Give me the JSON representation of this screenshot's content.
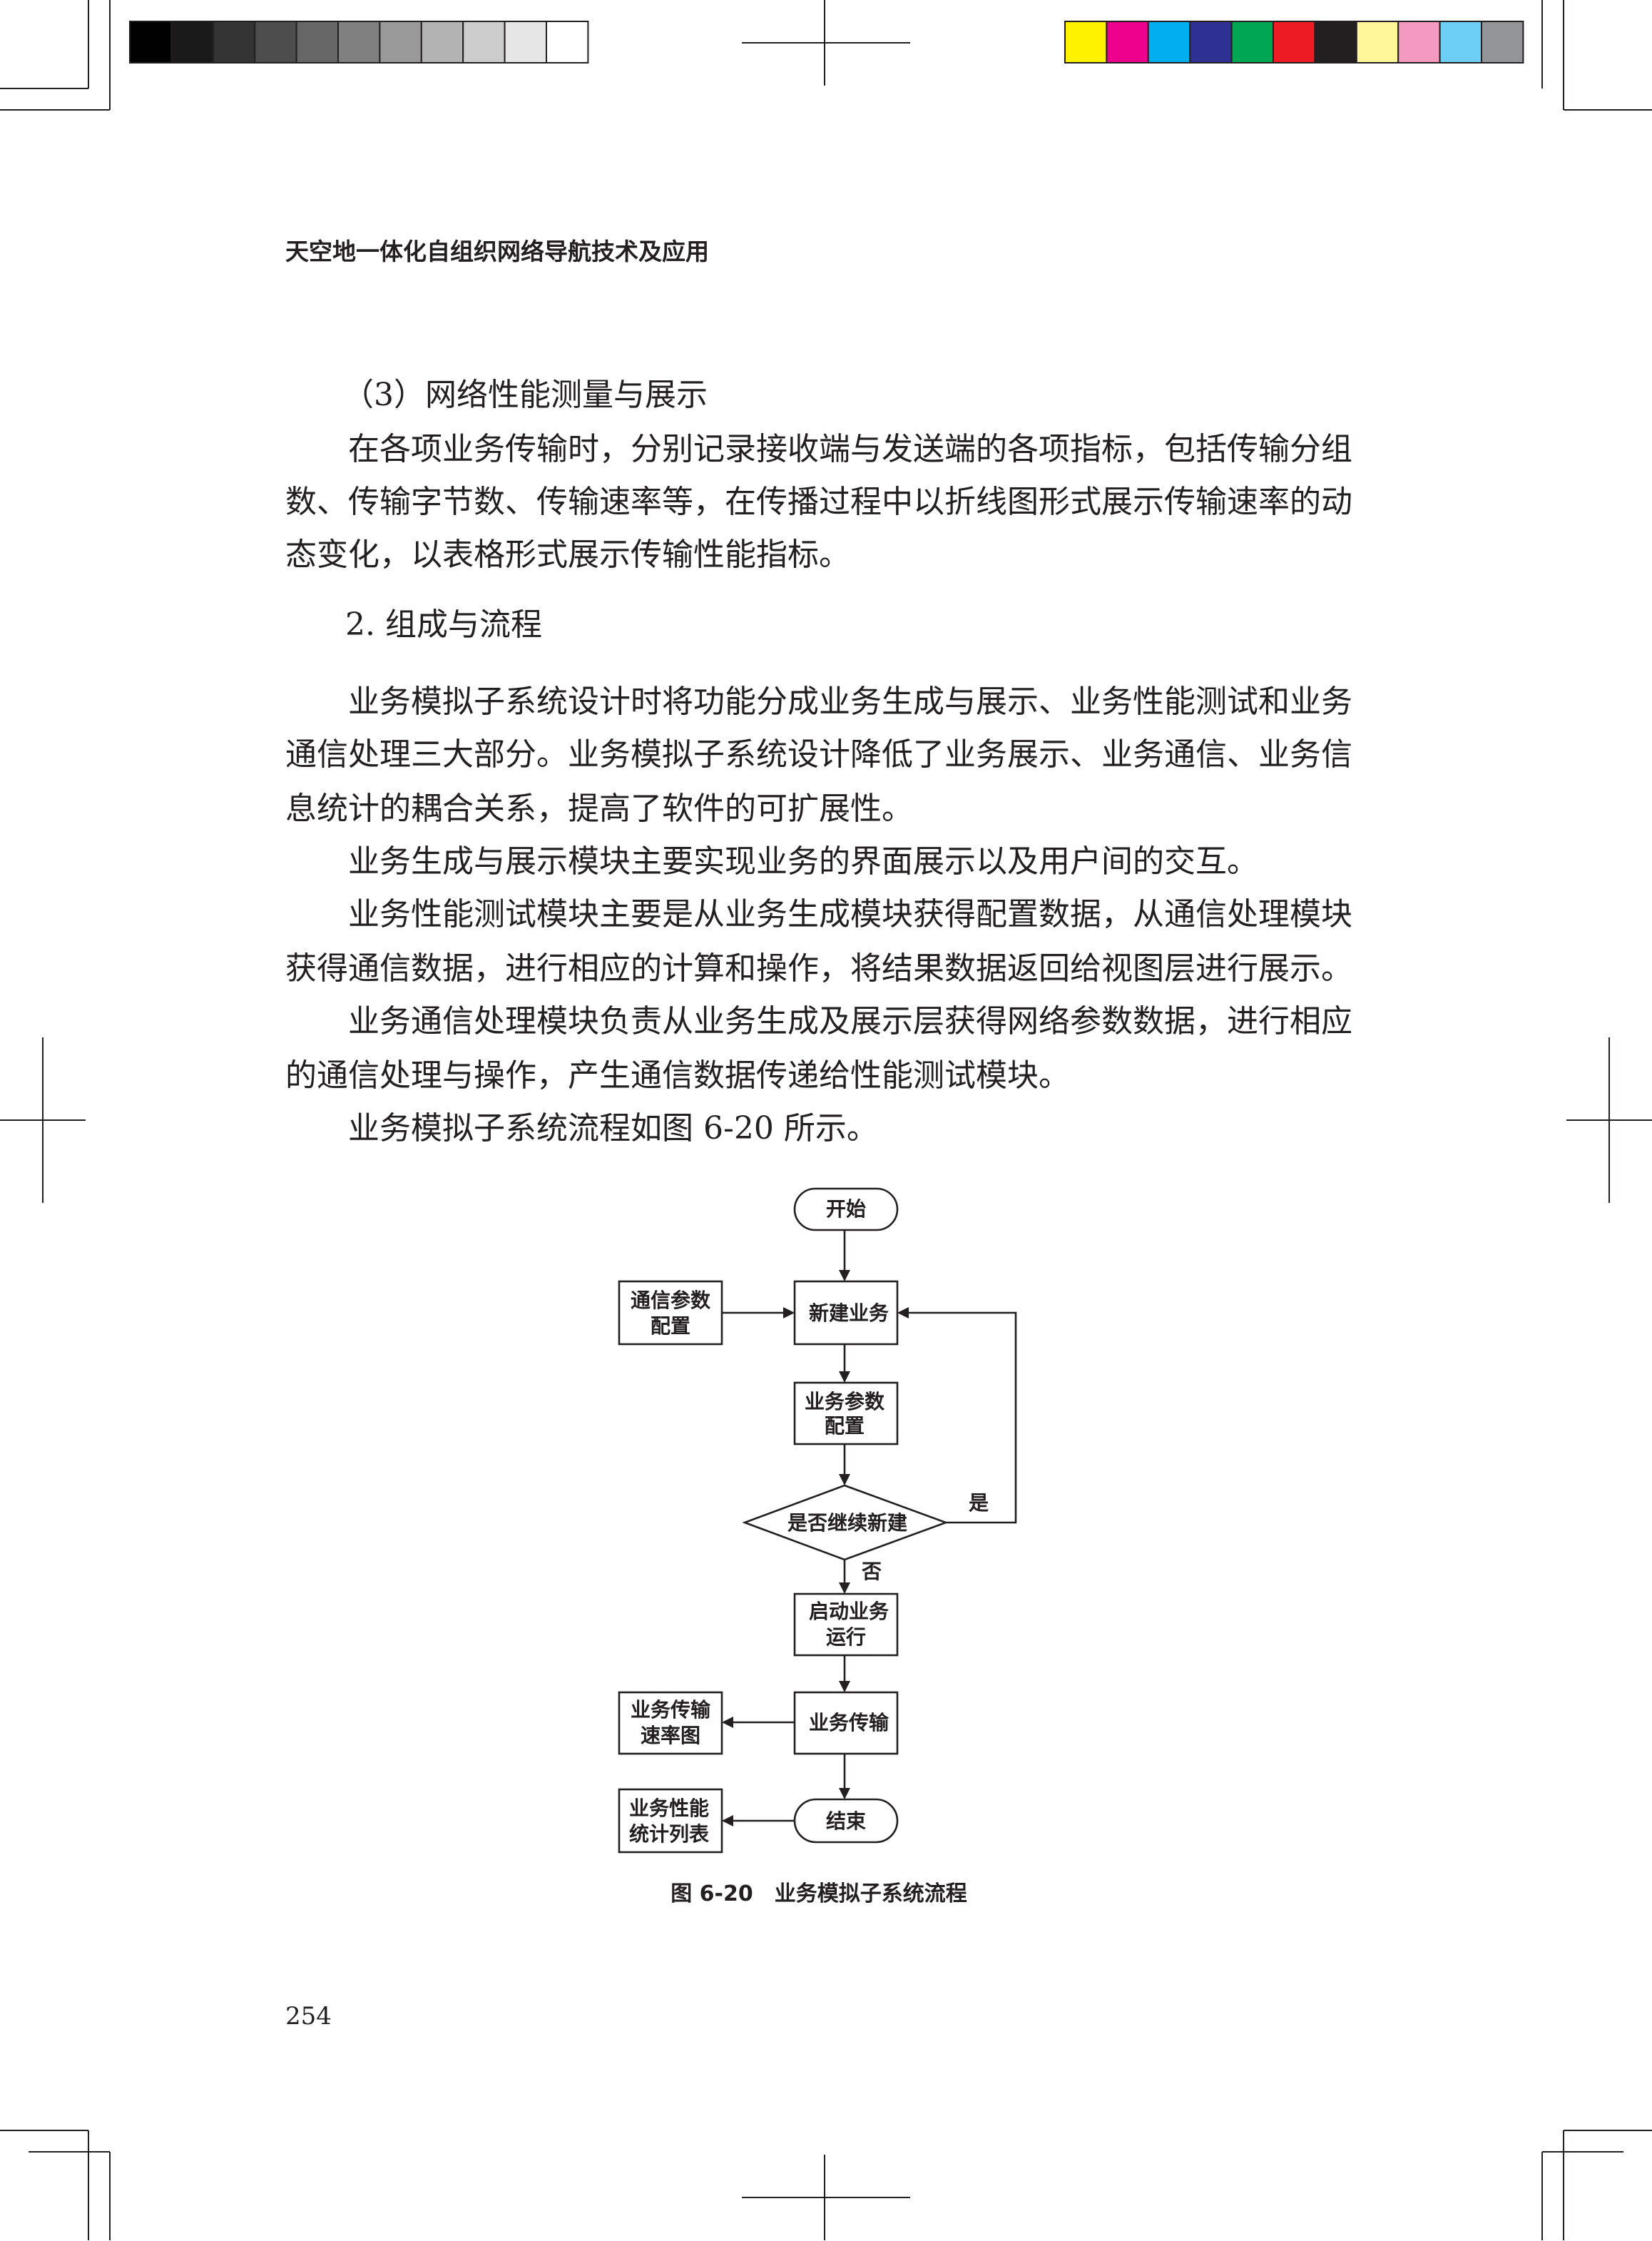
{
  "header": {
    "book_title": "天空地一体化自组织网络导航技术及应用"
  },
  "body": {
    "lines": [
      "（3）网络性能测量与展示",
      "在各项业务传输时，分别记录接收端与发送端的各项指标，包括传输分组",
      "数、传输字节数、传输速率等，在传播过程中以折线图形式展示传输速率的动",
      "态变化，以表格形式展示传输性能指标。",
      "2.  组成与流程",
      "业务模拟子系统设计时将功能分成业务生成与展示、业务性能测试和业务",
      "通信处理三大部分。业务模拟子系统设计降低了业务展示、业务通信、业务信",
      "息统计的耦合关系，提高了软件的可扩展性。",
      "业务生成与展示模块主要实现业务的界面展示以及用户间的交互。",
      "业务性能测试模块主要是从业务生成模块获得配置数据，从通信处理模块",
      "获得通信数据，进行相应的计算和操作，将结果数据返回给视图层进行展示。",
      "业务通信处理模块负责从业务生成及展示层获得网络参数数据，进行相应",
      "的通信处理与操作，产生通信数据传递给性能测试模块。",
      "业务模拟子系统流程如图 6-20 所示。"
    ]
  },
  "flowchart": {
    "start": "开始",
    "comm_config": [
      "通信参数",
      "配置"
    ],
    "new_service": "新建业务",
    "service_config": [
      "业务参数",
      "配置"
    ],
    "decision": "是否继续新建",
    "yes": "是",
    "no": "否",
    "launch": [
      "启动业务",
      "运行"
    ],
    "transmit": "业务传输",
    "rate_chart": [
      "业务传输",
      "速率图"
    ],
    "end": "结束",
    "stats_table": [
      "业务性能",
      "统计列表"
    ],
    "caption": "图 6-20　业务模拟子系统流程"
  },
  "footer": {
    "page_number": "254"
  },
  "colors": {
    "grayscale": [
      "#000000",
      "#1a1a1a",
      "#333333",
      "#4d4d4d",
      "#666666",
      "#808080",
      "#999999",
      "#b3b3b3",
      "#cccccc",
      "#e6e6e6",
      "#ffffff"
    ],
    "process": [
      "#fff200",
      "#ec008c",
      "#00aeef",
      "#2e3192",
      "#00a651",
      "#ed1c24",
      "#231f20",
      "#fff799",
      "#f49ac1",
      "#6dcff6",
      "#939598"
    ]
  }
}
